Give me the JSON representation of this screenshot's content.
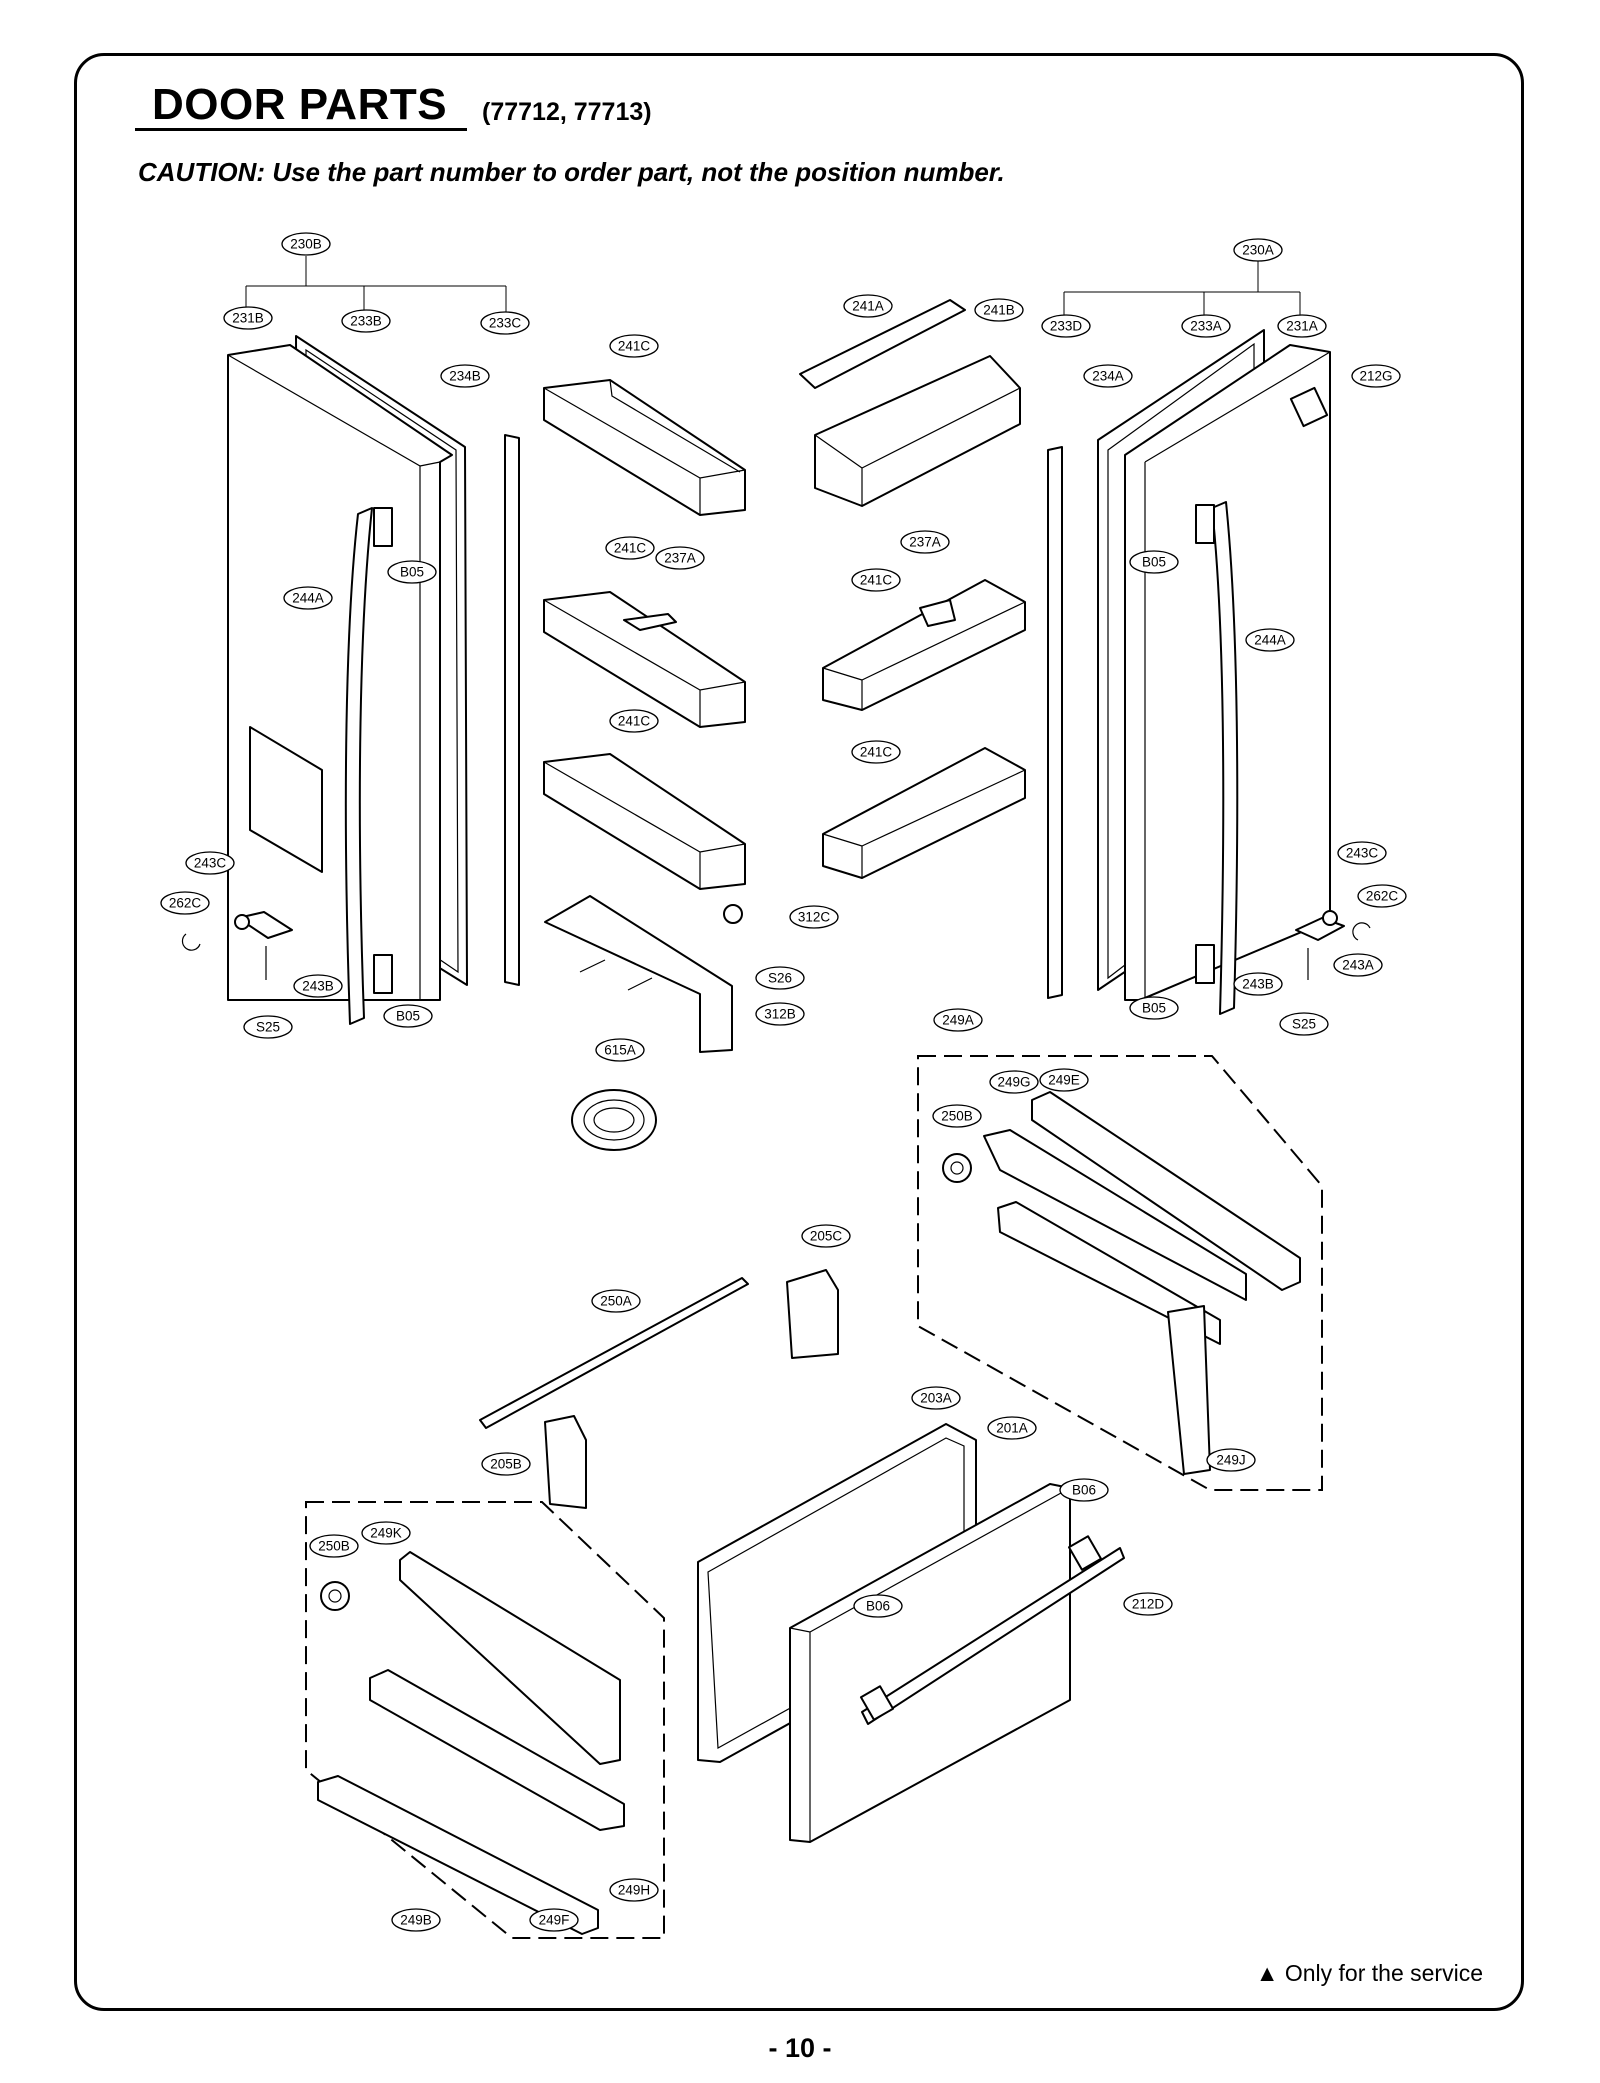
{
  "header": {
    "title": "DOOR PARTS",
    "models": "(77712, 77713)",
    "caution": "CAUTION: Use the part number to order part, not the position number."
  },
  "footer": {
    "service_note": "▲ Only for the service",
    "page_number": "- 10 -"
  },
  "callouts": [
    {
      "id": "c230B",
      "label": "230B"
    },
    {
      "id": "c231B",
      "label": "231B"
    },
    {
      "id": "c233B",
      "label": "233B"
    },
    {
      "id": "c233C",
      "label": "233C"
    },
    {
      "id": "c234B",
      "label": "234B"
    },
    {
      "id": "c241C_1",
      "label": "241C"
    },
    {
      "id": "c241A",
      "label": "241A"
    },
    {
      "id": "c241B",
      "label": "241B"
    },
    {
      "id": "c230A",
      "label": "230A"
    },
    {
      "id": "c233D",
      "label": "233D"
    },
    {
      "id": "c233A",
      "label": "233A"
    },
    {
      "id": "c231A",
      "label": "231A"
    },
    {
      "id": "c234A",
      "label": "234A"
    },
    {
      "id": "c212G",
      "label": "212G"
    },
    {
      "id": "c B05_1",
      "label": "B05"
    },
    {
      "id": "c244A_L",
      "label": "244A"
    },
    {
      "id": "c241C_2",
      "label": "241C"
    },
    {
      "id": "c237A_1",
      "label": "237A"
    },
    {
      "id": "c237A_2",
      "label": "237A"
    },
    {
      "id": "c241C_3",
      "label": "241C"
    },
    {
      "id": "cB05_2",
      "label": "B05"
    },
    {
      "id": "c244A_R",
      "label": "244A"
    },
    {
      "id": "c241C_4",
      "label": "241C"
    },
    {
      "id": "c241C_5",
      "label": "241C"
    },
    {
      "id": "c243C_L",
      "label": "243C"
    },
    {
      "id": "c262C_L",
      "label": "262C"
    },
    {
      "id": "c243B_L",
      "label": "243B"
    },
    {
      "id": "cB05_3",
      "label": "B05"
    },
    {
      "id": "cS25_L",
      "label": "S25"
    },
    {
      "id": "c312C",
      "label": "312C"
    },
    {
      "id": "cS26",
      "label": "S26"
    },
    {
      "id": "c312B",
      "label": "312B"
    },
    {
      "id": "c615A",
      "label": "615A"
    },
    {
      "id": "c243C_R",
      "label": "243C"
    },
    {
      "id": "c262C_R",
      "label": "262C"
    },
    {
      "id": "c243A",
      "label": "243A"
    },
    {
      "id": "c243B_R",
      "label": "243B"
    },
    {
      "id": "cB05_4",
      "label": "B05"
    },
    {
      "id": "cS25_R",
      "label": "S25"
    },
    {
      "id": "c249A",
      "label": "249A"
    },
    {
      "id": "c249G",
      "label": "249G"
    },
    {
      "id": "c249E",
      "label": "249E"
    },
    {
      "id": "c250B_1",
      "label": "250B"
    },
    {
      "id": "c205C",
      "label": "205C"
    },
    {
      "id": "c250A",
      "label": "250A"
    },
    {
      "id": "c203A",
      "label": "203A"
    },
    {
      "id": "c201A",
      "label": "201A"
    },
    {
      "id": "c205B",
      "label": "205B"
    },
    {
      "id": "c249J",
      "label": "249J"
    },
    {
      "id": "cB06_1",
      "label": "B06"
    },
    {
      "id": "c250B_2",
      "label": "250B"
    },
    {
      "id": "c249K",
      "label": "249K"
    },
    {
      "id": "c212D",
      "label": "212D"
    },
    {
      "id": "cB06_2",
      "label": "B06"
    },
    {
      "id": "c249H",
      "label": "249H"
    },
    {
      "id": "c249F",
      "label": "249F"
    },
    {
      "id": "c249B",
      "label": "249B"
    }
  ]
}
